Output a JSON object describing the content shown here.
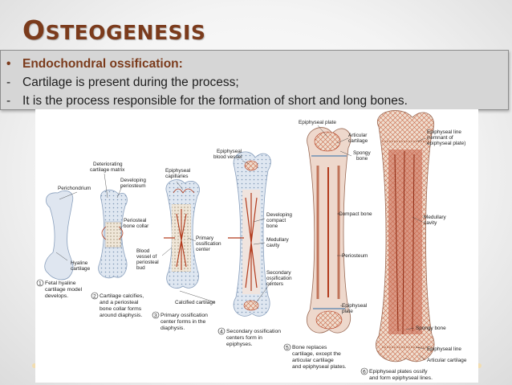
{
  "slide": {
    "title_initial": "O",
    "title_rest": "STEOGENESIS",
    "bullet_heading": "Endochondral ossification:",
    "bullet_symbol": "•",
    "dash": "-",
    "point1": "Cartilage is present during the process;",
    "point2": "It is the process responsible for the formation of short and  long bones.",
    "colors": {
      "title": "#7b3b1c",
      "box": "#d6d6d6",
      "bone": "#dde4ee",
      "vessel": "#b23a1c"
    }
  },
  "figure": {
    "labels": {
      "perichondrium": "Perichondrium",
      "hyaline1": "Hyaline",
      "hyaline2": "cartilage",
      "deteriorating1": "Deteriorating",
      "deteriorating2": "cartilage matrix",
      "developing1": "Developing",
      "developing2": "periosteum",
      "periosteal1": "Periosteal",
      "periosteal2": "bone collar",
      "epicap1": "Epiphyseal",
      "epicap2": "capillaries",
      "primary1": "Primary",
      "primary2": "ossification",
      "primary3": "center",
      "bloodv1": "Blood",
      "bloodv2": "vessel of",
      "bloodv3": "periosteal",
      "bloodv4": "bud",
      "calcified": "Calcified cartilage",
      "epibv1": "Epiphyseal",
      "epibv2": "blood vessel",
      "devcompact1": "Developing",
      "devcompact2": "compact",
      "devcompact3": "bone",
      "medullary1": "Medullary",
      "medullary2": "cavity",
      "secondary1": "Secondary",
      "secondary2": "ossification",
      "secondary3": "centers",
      "epiplate": "Epiphyseal plate",
      "articular1": "Articular",
      "articular2": "cartilage",
      "spongy1": "Spongy",
      "spongy2": "bone",
      "compactbone": "Compact bone",
      "periosteum": "Periosteum",
      "epiplate2a": "Epiphyseal",
      "epiplate2b": "plate",
      "epiline1": "Epiphyseal line",
      "epiline2": "(remnant of",
      "epiline3": "epiphyseal plate)",
      "medcav1": "Medullary",
      "medcav2": "cavity",
      "spongybone": "Spongy bone",
      "epiline": "Epiphyseal line",
      "artcart": "Articular cartilage"
    },
    "steps": [
      {
        "num": "1",
        "lines": [
          "Fetal hyaline",
          "cartilage model",
          "develops."
        ]
      },
      {
        "num": "2",
        "lines": [
          "Cartilage calcifies,",
          "and a periosteal",
          "bone collar forms",
          "around diaphysis."
        ]
      },
      {
        "num": "3",
        "lines": [
          "Primary ossification",
          "center forms in the",
          "diaphysis."
        ]
      },
      {
        "num": "4",
        "lines": [
          "Secondary ossification",
          "centers form in",
          "epiphyses."
        ]
      },
      {
        "num": "5",
        "lines": [
          "Bone replaces",
          "cartilage, except the",
          "articular cartilage",
          "and epiphyseal plates."
        ]
      },
      {
        "num": "6",
        "lines": [
          "Epiphyseal plates ossify",
          "and form epiphyseal lines."
        ]
      }
    ]
  }
}
